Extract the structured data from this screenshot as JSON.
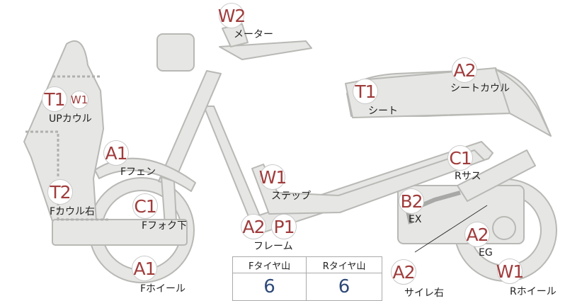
{
  "colors": {
    "part_fill": "#e6e6e4",
    "part_stroke": "#b8b8b5",
    "badge_text": "#a03c3c",
    "value_text": "#2f4a78"
  },
  "parts": {
    "meter": {
      "grade": "W2",
      "label": "メーター"
    },
    "seat_cowl": {
      "grade": "A2",
      "label": "シートカウル"
    },
    "seat": {
      "grade": "T1",
      "label": "シート"
    },
    "up_cowl": {
      "grade": "T1",
      "grade2": "W1",
      "label": "UPカウル"
    },
    "front_fender": {
      "grade": "A1",
      "label": "Fフェン"
    },
    "rear_suspension": {
      "grade": "C1",
      "label": "Rサス"
    },
    "step": {
      "grade": "W1",
      "label": "ステップ"
    },
    "cowl_right": {
      "grade": "T2",
      "label": "Fカウル右"
    },
    "exhaust": {
      "grade": "B2",
      "label": "EX"
    },
    "front_fork_lower": {
      "grade": "C1",
      "label": "Fフォク下"
    },
    "frame": {
      "grade_a": "A2",
      "grade_b": "P1",
      "label": "フレーム"
    },
    "engine": {
      "grade": "A2",
      "label": "EG"
    },
    "front_wheel": {
      "grade": "A1",
      "label": "Fホイール"
    },
    "muffler_right": {
      "grade": "A2",
      "label": "サイレ右"
    },
    "rear_wheel": {
      "grade": "W1",
      "label": "Rホイール"
    }
  },
  "tread": {
    "front_label": "Fタイヤ山",
    "rear_label": "Rタイヤ山",
    "front_value": "6",
    "rear_value": "6"
  }
}
